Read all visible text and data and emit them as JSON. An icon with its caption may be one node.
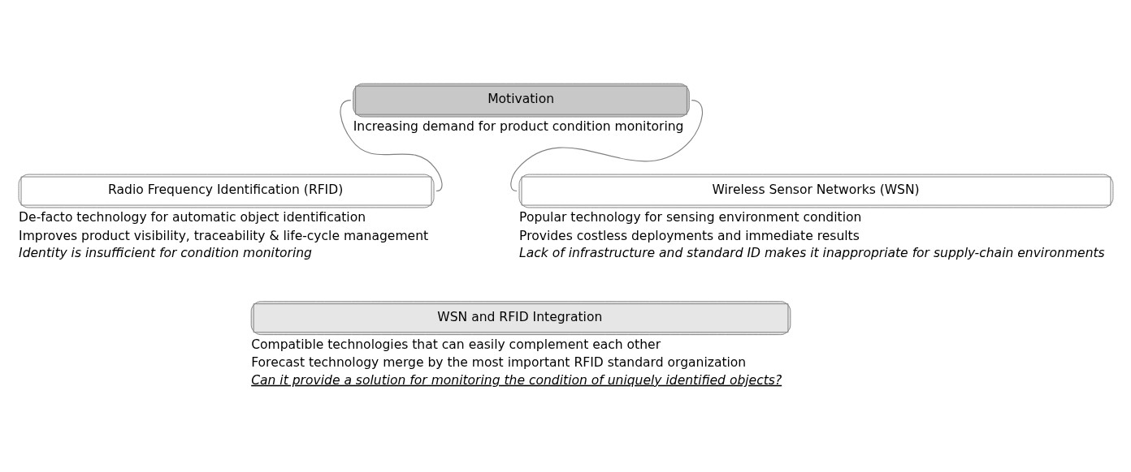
{
  "diagram": {
    "nodes": [
      {
        "text": [
          "Motivation"
        ],
        "beside": [
          "Increasing demand for product condition monitoring"
        ]
      },
      {
        "text": [
          "Radio Frequency Identification (RFID)"
        ],
        "beside": [
          "De-facto technology for automatic object identification",
          "Improves product visibility, traceability & life-cycle management",
          "Identity is insufficient for condition monitoring"
        ]
      },
      {
        "text": [
          "Wireless Sensor Networks (WSN)"
        ],
        "beside": [
          "Popular technology for sensing environment condition",
          "Provides costless deployments and immediate results",
          "Lack of infrastructure and standard ID makes it inappropriate for supply-chain environments"
        ]
      },
      {
        "text": [
          "WSN and RFID Integration"
        ],
        "beside": [
          "Compatible technologies that can easily complement each other",
          "Forecast technology merge by the most important RFID standard organization",
          "Can it provide a solution for monitoring the condition of uniquely identified objects?"
        ]
      }
    ],
    "edges": [
      {
        "from": 0,
        "to": 1,
        "arrow": "none"
      },
      {
        "from": 0,
        "to": 2,
        "arrow": "none"
      }
    ]
  }
}
